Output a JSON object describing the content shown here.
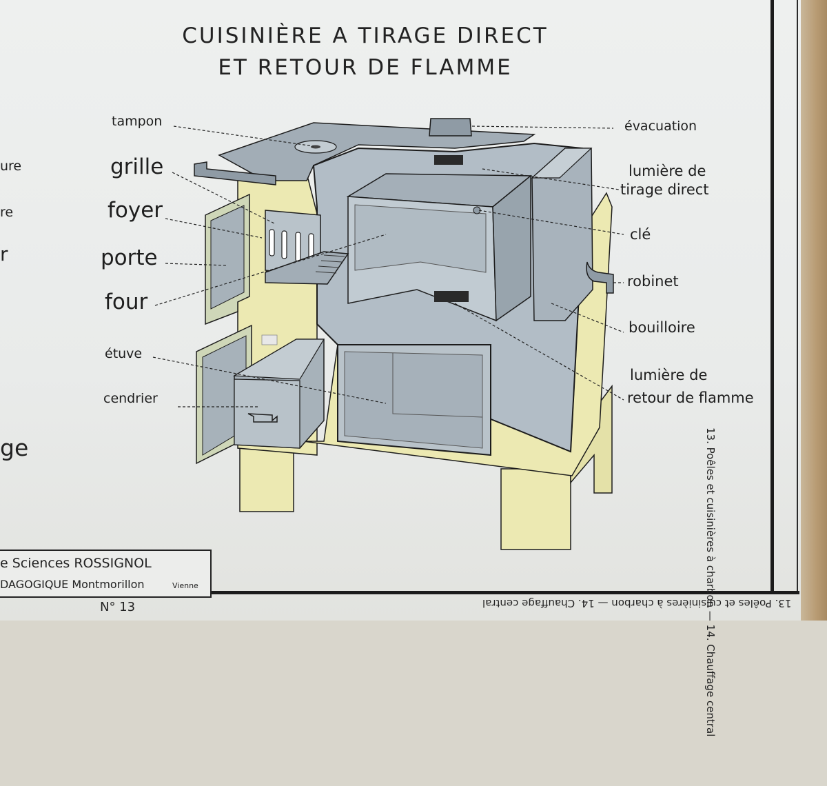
{
  "title": {
    "line1": "CUISINIÈRE A TIRAGE DIRECT",
    "line2": "ET RETOUR DE FLAMME"
  },
  "labels": {
    "tampon": "tampon",
    "grille": "grille",
    "foyer": "foyer",
    "porte": "porte",
    "four": "four",
    "etuve": "étuve",
    "cendrier": "cendrier",
    "evacuation": "évacuation",
    "lumiere_tirage_1": "lumière de",
    "lumiere_tirage_2": "tirage direct",
    "cle": "clé",
    "robinet": "robinet",
    "bouilloire": "bouilloire",
    "lumiere_retour_1": "lumière de",
    "lumiere_retour_2": "retour de flamme"
  },
  "partial_left": [
    "ure",
    "re",
    "r",
    "ge"
  ],
  "publisher": {
    "line1": "e Sciences ROSSIGNOL",
    "line2": "DAGOGIQUE  Montmorillon",
    "region": "Vienne"
  },
  "plate_number": "N° 13",
  "footer_inverted": "13. Poêles et cuisinières à charbon — 14. Chauffage central",
  "side_text": "13. Poêles et cuisinières à charbon — 14. Chauffage central",
  "colors": {
    "body": "#ece9b2",
    "steel": "#a7b2ba",
    "steel_dark": "#8c98a2",
    "inner": "#b7c2ca",
    "door_frame": "#cfd7b8",
    "line": "#1c1c1c"
  }
}
